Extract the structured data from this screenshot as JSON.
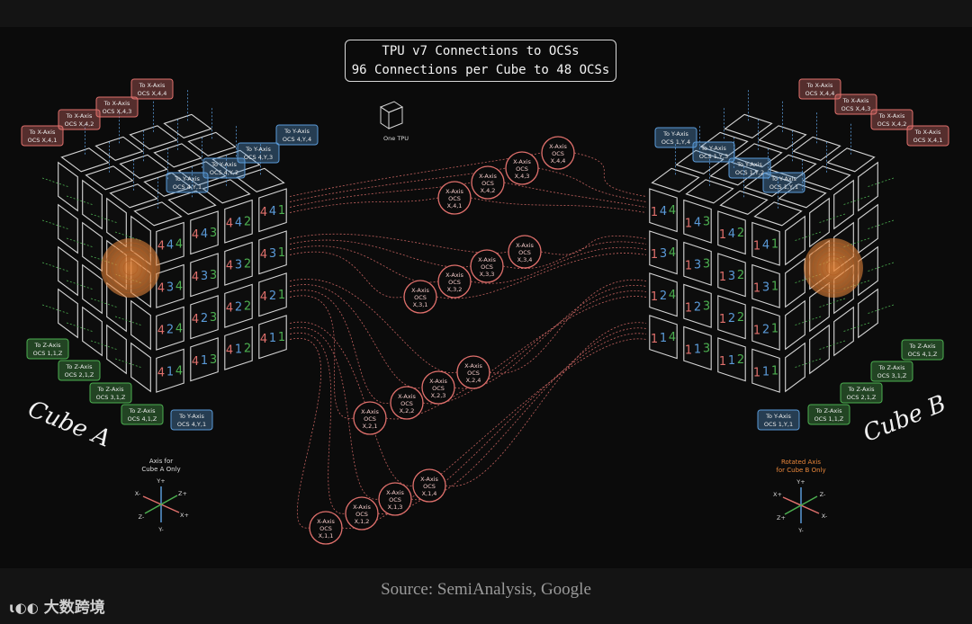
{
  "title": {
    "line1": "TPU v7 Connections to OCSs",
    "line2": "96 Connections per Cube to 48 OCSs"
  },
  "one_tpu_label": "One TPU",
  "cubeA": {
    "label": "Cube A",
    "front_numbers": [
      "444",
      "434",
      "424",
      "414",
      "443",
      "433",
      "423",
      "413",
      "442",
      "432",
      "422",
      "412",
      "441",
      "431",
      "421",
      "411"
    ],
    "x_tags": [
      {
        "l1": "To X-Axis",
        "l2": "OCS X,4,4"
      },
      {
        "l1": "To X-Axis",
        "l2": "OCS X,4,3"
      },
      {
        "l1": "To X-Axis",
        "l2": "OCS X,4,2"
      },
      {
        "l1": "To X-Axis",
        "l2": "OCS X,4,1"
      }
    ],
    "y_tags": [
      {
        "l1": "To Y-Axis",
        "l2": "OCS 4,Y,4"
      },
      {
        "l1": "To Y-Axis",
        "l2": "OCS 4,Y,3"
      },
      {
        "l1": "To Y-Axis",
        "l2": "OCS 4,Y,2"
      },
      {
        "l1": "To Y-Axis",
        "l2": "OCS 4,Y,1"
      },
      {
        "l1": "To Y-Axis",
        "l2": "OCS 4,Y,1"
      }
    ],
    "z_tags": [
      {
        "l1": "To Z-Axis",
        "l2": "OCS 1,1,Z"
      },
      {
        "l1": "To Z-Axis",
        "l2": "OCS 2,1,Z"
      },
      {
        "l1": "To Z-Axis",
        "l2": "OCS 3,1,Z"
      },
      {
        "l1": "To Z-Axis",
        "l2": "OCS 4,1,Z"
      }
    ],
    "axis_title": [
      "Axis for",
      "Cube A Only"
    ],
    "axis_labels": {
      "yp": "Y+",
      "ym": "Y-",
      "xm": "X-",
      "xp": "X+",
      "zp": "Z+",
      "zm": "Z-"
    }
  },
  "cubeB": {
    "label": "Cube B",
    "front_numbers": [
      "144",
      "134",
      "124",
      "114",
      "143",
      "133",
      "123",
      "113",
      "142",
      "132",
      "122",
      "112",
      "141",
      "131",
      "121",
      "111"
    ],
    "x_tags": [
      {
        "l1": "To X-Axis",
        "l2": "OCS X,4,4"
      },
      {
        "l1": "To X-Axis",
        "l2": "OCS X,4,3"
      },
      {
        "l1": "To X-Axis",
        "l2": "OCS X,4,2"
      },
      {
        "l1": "To X-Axis",
        "l2": "OCS X,4,1"
      }
    ],
    "y_tags": [
      {
        "l1": "To Y-Axis",
        "l2": "OCS 1,Y,4"
      },
      {
        "l1": "To Y-Axis",
        "l2": "OCS 1,Y,3"
      },
      {
        "l1": "To Y-Axis",
        "l2": "OCS 1,Y,2"
      },
      {
        "l1": "To Y-Axis",
        "l2": "OCS 1,Y,1"
      },
      {
        "l1": "To Y-Axis",
        "l2": "OCS 1,Y,1"
      }
    ],
    "z_tags": [
      {
        "l1": "To Z-Axis",
        "l2": "OCS 4,1,Z"
      },
      {
        "l1": "To Z-Axis",
        "l2": "OCS 3,1,Z"
      },
      {
        "l1": "To Z-Axis",
        "l2": "OCS 2,1,Z"
      },
      {
        "l1": "To Z-Axis",
        "l2": "OCS 1,1,Z"
      }
    ],
    "axis_title": [
      "Rotated Axis",
      "for Cube B Only"
    ],
    "axis_labels": {
      "yp": "Y+",
      "ym": "Y-",
      "xm": "X-",
      "xp": "X+",
      "zp": "Z+",
      "zm": "Z-"
    }
  },
  "ocs_nodes": [
    {
      "l1": "X-Axis",
      "l2": "OCS",
      "l3": "X,4,4"
    },
    {
      "l1": "X-Axis",
      "l2": "OCS",
      "l3": "X,4,3"
    },
    {
      "l1": "X-Axis",
      "l2": "OCS",
      "l3": "X,4,2"
    },
    {
      "l1": "X-Axis",
      "l2": "OCS",
      "l3": "X,4,1"
    },
    {
      "l1": "X-Axis",
      "l2": "OCS",
      "l3": "X,3,4"
    },
    {
      "l1": "X-Axis",
      "l2": "OCS",
      "l3": "X,3,3"
    },
    {
      "l1": "X-Axis",
      "l2": "OCS",
      "l3": "X,3,2"
    },
    {
      "l1": "X-Axis",
      "l2": "OCS",
      "l3": "X,3,1"
    },
    {
      "l1": "X-Axis",
      "l2": "OCS",
      "l3": "X,2,4"
    },
    {
      "l1": "X-Axis",
      "l2": "OCS",
      "l3": "X,2,3"
    },
    {
      "l1": "X-Axis",
      "l2": "OCS",
      "l3": "X,2,2"
    },
    {
      "l1": "X-Axis",
      "l2": "OCS",
      "l3": "X,2,1"
    },
    {
      "l1": "X-Axis",
      "l2": "OCS",
      "l3": "X,1,4"
    },
    {
      "l1": "X-Axis",
      "l2": "OCS",
      "l3": "X,1,3"
    },
    {
      "l1": "X-Axis",
      "l2": "OCS",
      "l3": "X,1,2"
    },
    {
      "l1": "X-Axis",
      "l2": "OCS",
      "l3": "X,1,1"
    }
  ],
  "source": "Source: SemiAnalysis, Google",
  "watermark": "大数跨境",
  "colors": {
    "red": "#e0706c",
    "blue": "#5a9ad8",
    "green": "#4caf50",
    "orange": "#e8863a",
    "cube": "#d6d6d6",
    "bg": "#0b0b0b"
  }
}
